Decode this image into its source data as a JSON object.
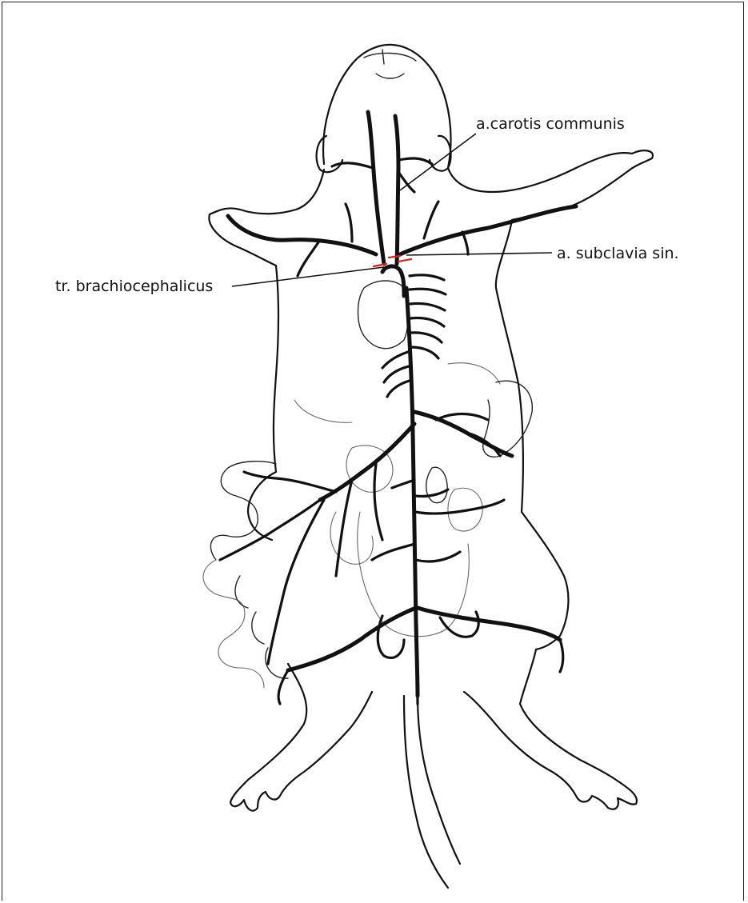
{
  "diagram": {
    "labels": {
      "carotis": "a.carotis communis",
      "subclavia": "a. subclavia sin.",
      "brachiocephalicus": "tr. brachiocephalicus"
    },
    "colors": {
      "ink": "#111111",
      "ligature": "#e0201a",
      "background": "#ffffff"
    }
  }
}
